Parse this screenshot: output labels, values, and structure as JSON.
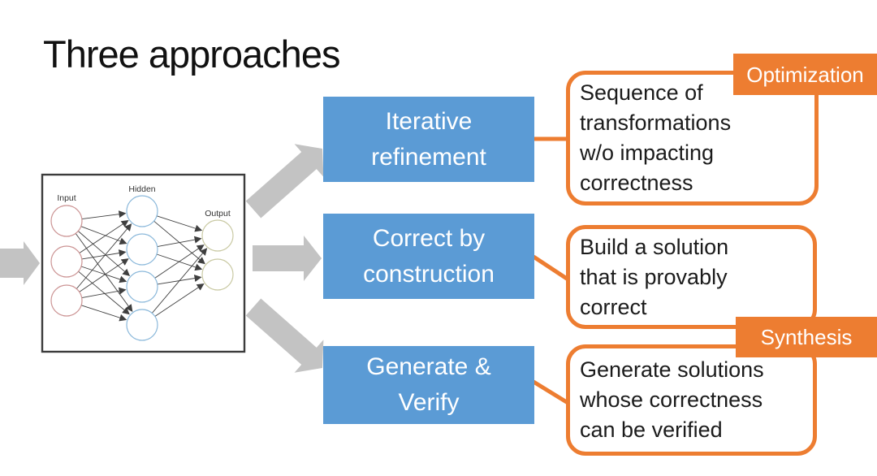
{
  "slide": {
    "title": "Three approaches"
  },
  "colors": {
    "accent_blue": "#5B9BD5",
    "accent_orange": "#ED7D31",
    "arrow_gray": "#C3C3C3",
    "nn_edge": "#3F3F3F"
  },
  "nn_diagram": {
    "layers": [
      {
        "label": "Input",
        "count": 3,
        "stroke": "#CC9494"
      },
      {
        "label": "Hidden",
        "count": 4,
        "stroke": "#8CB9DB"
      },
      {
        "label": "Output",
        "count": 2,
        "stroke": "#C9C9A3"
      }
    ]
  },
  "approaches": [
    {
      "box_lines": [
        "Iterative",
        "refinement"
      ],
      "callout_lines": [
        "Sequence of",
        "transformations",
        "w/o impacting",
        "correctness"
      ]
    },
    {
      "box_lines": [
        "Correct by",
        "construction"
      ],
      "callout_lines": [
        "Build a solution",
        "that is provably",
        "correct"
      ]
    },
    {
      "box_lines": [
        "Generate &",
        "Verify"
      ],
      "callout_lines": [
        "Generate solutions",
        "whose correctness",
        "can be verified"
      ]
    }
  ],
  "badges": [
    {
      "label": "Optimization"
    },
    {
      "label": "Synthesis"
    }
  ]
}
